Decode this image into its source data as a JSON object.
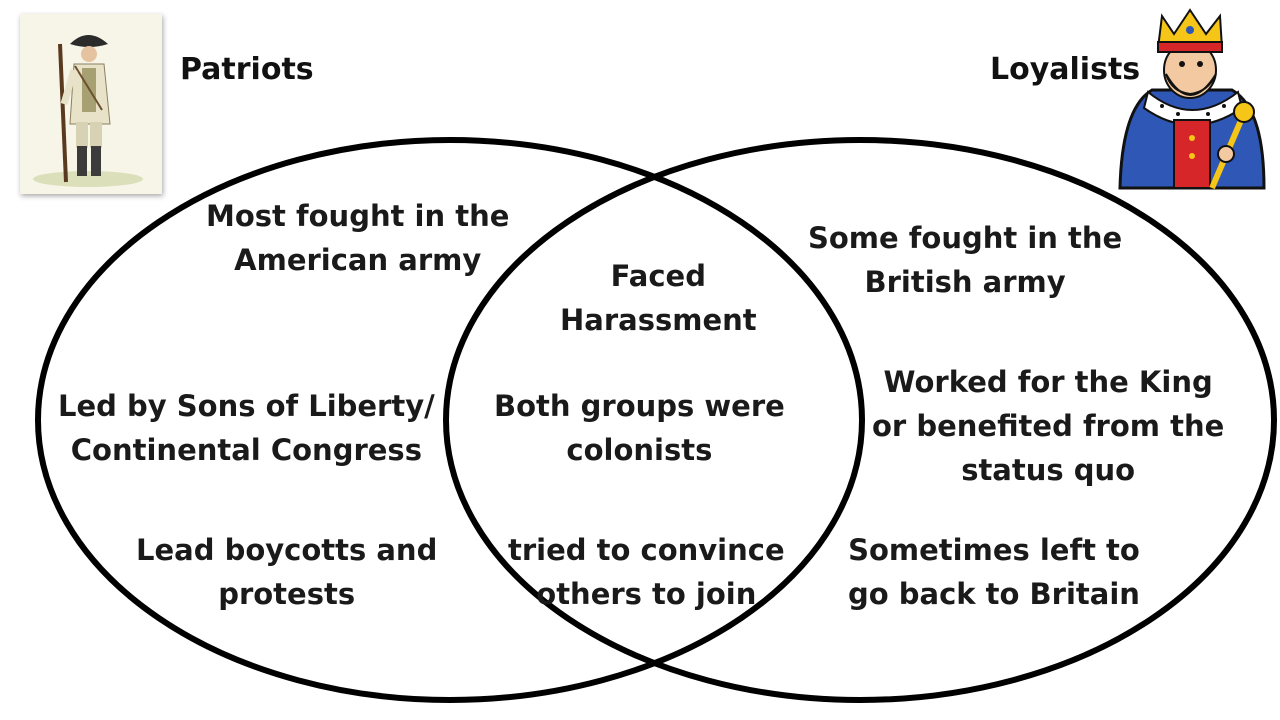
{
  "left_title": "Patriots",
  "right_title": "Loyalists",
  "left_circle": {
    "items": [
      {
        "lines": [
          "Most fought in the",
          "American army"
        ]
      },
      {
        "lines": [
          "Led by Sons of Liberty/",
          "Continental Congress"
        ]
      },
      {
        "lines": [
          "Lead boycotts and",
          "protests"
        ]
      }
    ]
  },
  "overlap": {
    "items": [
      {
        "lines": [
          "Faced",
          "Harassment"
        ]
      },
      {
        "lines": [
          "Both groups were",
          "colonists"
        ]
      },
      {
        "lines": [
          "tried to convince",
          "others to join"
        ]
      }
    ]
  },
  "right_circle": {
    "items": [
      {
        "lines": [
          "Some fought in the",
          "British army"
        ]
      },
      {
        "lines": [
          "Worked for the King",
          "or benefited from the",
          "status quo"
        ]
      },
      {
        "lines": [
          "Sometimes left to",
          "go back to Britain"
        ]
      }
    ]
  },
  "images": {
    "left": "patriot-soldier-illustration",
    "right": "king-cartoon-illustration"
  },
  "colors": {
    "outline": "#000000",
    "text": "#1a1a1a",
    "crown": "#f5c518",
    "robe_blue": "#2f57b5",
    "robe_red": "#d7262a"
  }
}
